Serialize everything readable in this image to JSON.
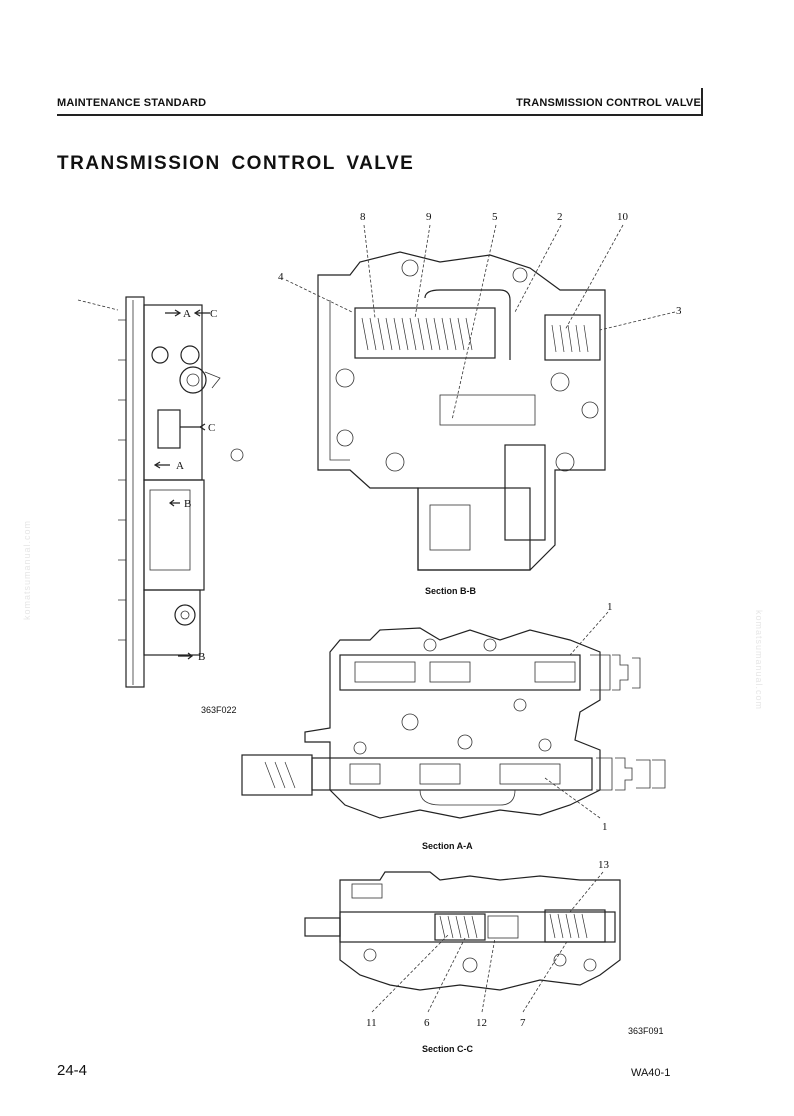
{
  "header": {
    "left": "MAINTENANCE STANDARD",
    "right": "TRANSMISSION CONTROL VALVE"
  },
  "title": "TRANSMISSION  CONTROL  VALVE",
  "figures": {
    "side_view": {
      "code": "363F022",
      "markers": [
        "A",
        "C",
        "C",
        "A",
        "B",
        "B"
      ]
    },
    "section_bb": {
      "caption": "Section B-B",
      "callouts": [
        "8",
        "9",
        "5",
        "2",
        "10",
        "4",
        "3"
      ]
    },
    "section_aa": {
      "caption": "Section A-A",
      "callouts": [
        "1",
        "1"
      ]
    },
    "section_cc": {
      "caption": "Section C-C",
      "code": "363F091",
      "callouts": [
        "13",
        "11",
        "6",
        "12",
        "7"
      ]
    }
  },
  "watermark": "komatsumanual.com",
  "footer": {
    "page": "24-4",
    "model": "WA40-1"
  }
}
